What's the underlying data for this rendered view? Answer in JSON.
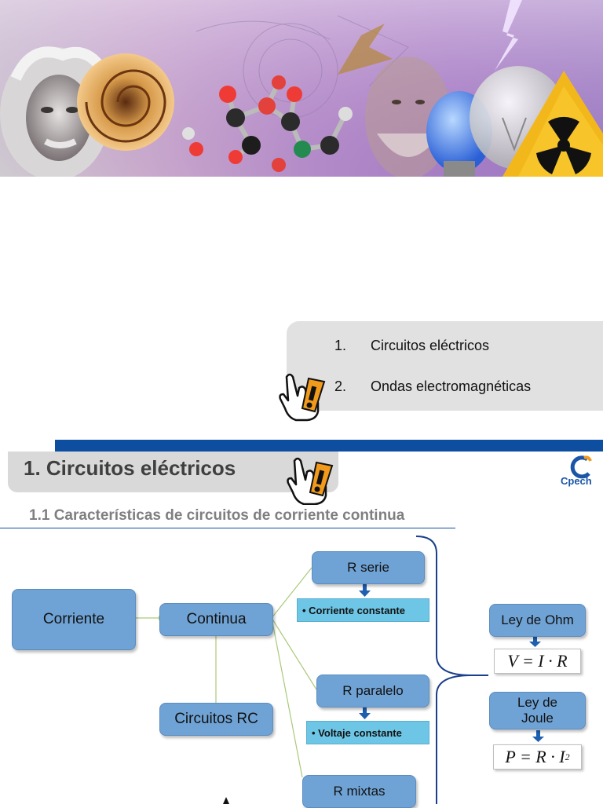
{
  "agenda": {
    "items": [
      {
        "num": "1.",
        "label": "Circuitos eléctricos"
      },
      {
        "num": "2.",
        "label": "Ondas electromagnéticas"
      }
    ]
  },
  "section": {
    "title": "1. Circuitos eléctricos",
    "subtitle": "1.1 Características de circuitos de corriente continua"
  },
  "logo": {
    "text": "Cpech"
  },
  "diagram": {
    "corriente": "Corriente",
    "continua": "Continua",
    "circuitos_rc": "Circuitos RC",
    "r_serie": "R serie",
    "r_serie_note": "Corriente constante",
    "r_paralelo": "R paralelo",
    "r_paralelo_note": "Voltaje constante",
    "r_mixtas": "R mixtas",
    "ley_ohm": "Ley de Ohm",
    "ley_ohm_formula": "V = I · R",
    "ley_joule_line1": "Ley de",
    "ley_joule_line2": "Joule",
    "ley_joule_formula": "P = R · I",
    "ley_joule_exp": "2"
  },
  "colors": {
    "accent_blue": "#0d4ea1",
    "box_blue": "#70a3d5",
    "note_cyan": "#6ec6e6",
    "pointer_orange": "#f29a1b"
  },
  "icons": [
    "hand-pointer-warning-icon",
    "cpech-logo-icon",
    "radiation-icon",
    "lightbulb-icon",
    "molecule-icon"
  ]
}
